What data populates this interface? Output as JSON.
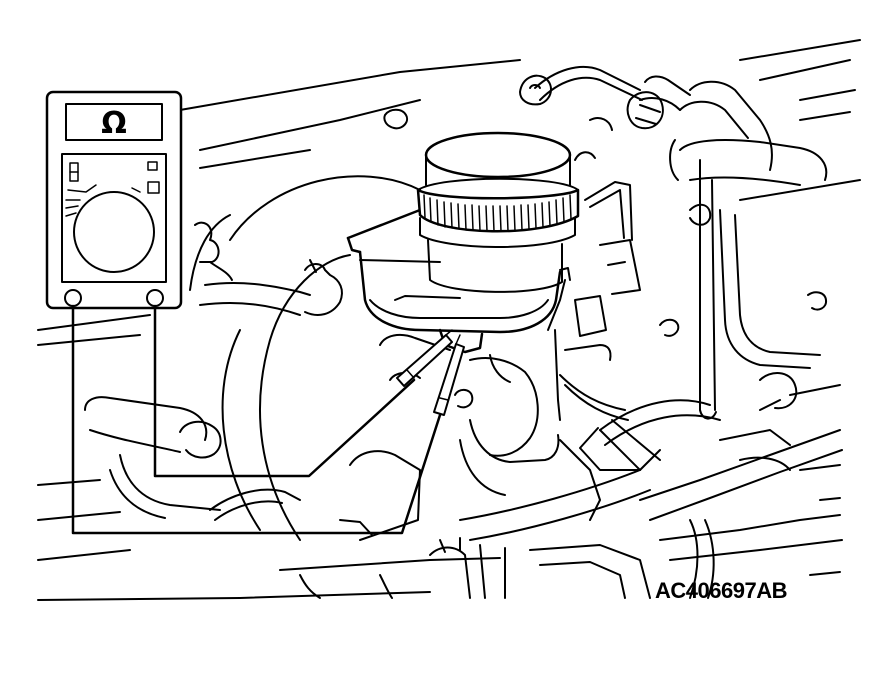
{
  "diagram": {
    "reference_code": "AC406697AB",
    "meter_symbol": "Ω",
    "ink_color": "#000000",
    "paper_color": "#ffffff",
    "components": [
      {
        "name": "ohmmeter",
        "icon": "multimeter-icon"
      },
      {
        "name": "fluid-reservoir-with-cap"
      },
      {
        "name": "level-sensor-connector"
      },
      {
        "name": "test-lead-probes"
      }
    ]
  }
}
